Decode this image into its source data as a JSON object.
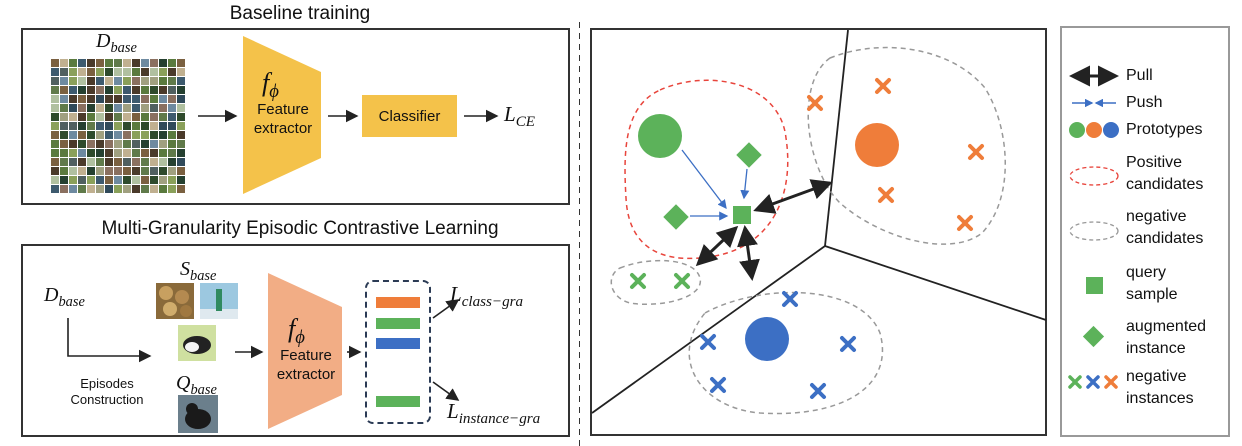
{
  "baseline": {
    "title": "Baseline training",
    "dataset": {
      "main": "D",
      "sub": "base"
    },
    "extractor": {
      "symbol": "f",
      "sub": "ϕ",
      "line1": "Feature",
      "line2": "extractor"
    },
    "classifier": "Classifier",
    "loss": {
      "main": "L",
      "sub": "CE"
    }
  },
  "mgecl": {
    "title": "Multi-Granularity Episodic Contrastive Learning",
    "dataset": {
      "main": "D",
      "sub": "base"
    },
    "support": {
      "main": "S",
      "sub": "base"
    },
    "query": {
      "main": "Q",
      "sub": "base"
    },
    "episodes_line1": "Episodes",
    "episodes_line2": "Construction",
    "extractor": {
      "symbol": "f",
      "sub": "ϕ",
      "line1": "Feature",
      "line2": "extractor"
    },
    "loss_class": {
      "main": "L",
      "sub": "class−gra"
    },
    "loss_instance": {
      "main": "L",
      "sub": "instance−gra"
    },
    "feature_bar_colors": [
      "#ef7d3a",
      "#5cb25a",
      "#3c6fc4",
      "#5cb25a"
    ]
  },
  "legend": {
    "pull": "Pull",
    "push": "Push",
    "prototypes": "Prototypes",
    "positive_line1": "Positive",
    "positive_line2": "candidates",
    "negative_line1": "negative",
    "negative_line2": "candidates",
    "query_line1": "query",
    "query_line2": "sample",
    "augmented_line1": "augmented",
    "augmented_line2": "instance",
    "neg_inst_line1": "negative",
    "neg_inst_line2": "instances"
  },
  "colors": {
    "green": "#5cb25a",
    "orange": "#ef7d3a",
    "blue": "#3c6fc4",
    "extractor_yellow": "#f4c24a",
    "extractor_salmon": "#f2ad85",
    "positive_border": "#e8453c",
    "negative_border": "#999999"
  }
}
